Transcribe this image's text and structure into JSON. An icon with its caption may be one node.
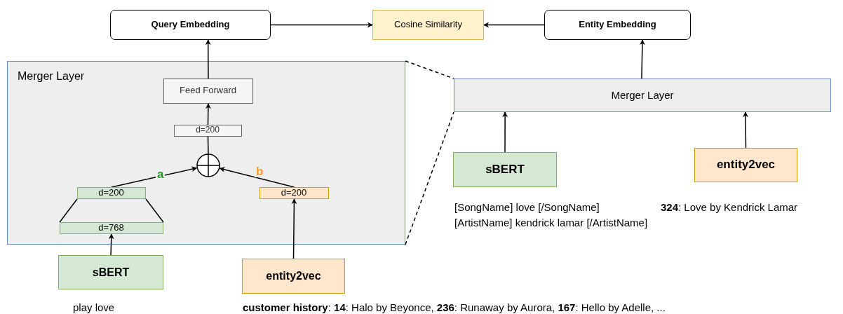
{
  "diagram": {
    "nodes": [
      {
        "text": [
          "Query Embedding"
        ]
      },
      {
        "text": [
          "Cosine Similarity"
        ]
      },
      {
        "text": [
          "Entity Embedding"
        ]
      },
      {
        "text": [
          "Merger Layer"
        ]
      },
      {
        "text": [
          "Feed Forward"
        ],
        "in": 3
      },
      {
        "text": [
          "d=200"
        ],
        "in": 3
      },
      {
        "text": [],
        "shape": "circle",
        "in": 3
      },
      {
        "text": [
          "d=200"
        ],
        "in": 3
      },
      {
        "text": [
          "d=768"
        ],
        "in": 3
      },
      {
        "text": [
          "d=200"
        ],
        "in": 3
      },
      {
        "text": [
          "sBERT"
        ],
        "beside": [
          "play love"
        ]
      },
      {
        "text": [
          "entity2vec"
        ],
        "beside": [
          "**customer history**: **14**: Halo by Beyonce, **236**: Runaway by Aurora, **167**: Hello by Adelle, ..."
        ]
      },
      {
        "text": [
          "Merger Layer"
        ]
      },
      {
        "text": [
          "sBERT"
        ],
        "beside": [
          "[SongName] love [/SongName] [ArtistName] kendrick lamar [/ArtistName]"
        ]
      },
      {
        "text": [
          "entity2vec"
        ],
        "beside": [
          "**324**: Love by Kendrick Lamar"
        ]
      }
    ],
    "edges": [
      {
        "from": 4,
        "to": 0,
        "arrow": "to"
      },
      {
        "from": 0,
        "to": 1,
        "arrow": "to"
      },
      {
        "from": 2,
        "to": 1,
        "arrow": "to"
      },
      {
        "from": 12,
        "to": 2,
        "arrow": "to"
      },
      {
        "from": 5,
        "to": 4,
        "arrow": "to"
      },
      {
        "from": 6,
        "to": 5,
        "arrow": "none"
      },
      {
        "from": 7,
        "to": 6,
        "arrow": "to",
        "label": "a"
      },
      {
        "from": 9,
        "to": 6,
        "arrow": "to",
        "label": "b"
      },
      {
        "from": 8,
        "to": 7,
        "arrow": "none"
      },
      {
        "from": 8,
        "to": 7,
        "arrow": "none"
      },
      {
        "from": 10,
        "to": 8,
        "arrow": "to"
      },
      {
        "from": 11,
        "to": 9,
        "arrow": "to"
      },
      {
        "from": 13,
        "to": 12,
        "arrow": "to"
      },
      {
        "from": 14,
        "to": 12,
        "arrow": "to"
      },
      {
        "from": 3,
        "to": 12,
        "arrow": "none",
        "style": "dashed"
      },
      {
        "from": 3,
        "to": 12,
        "arrow": "none",
        "style": "dashed"
      }
    ]
  }
}
